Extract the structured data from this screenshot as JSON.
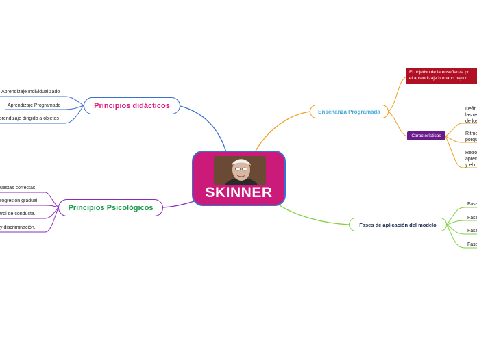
{
  "central": {
    "title": "SKINNER",
    "photo_alt": "portrait"
  },
  "branches": {
    "didacticos": {
      "label": "Principios didácticos",
      "color": "#e0197d",
      "border": "#3a6fd0",
      "leaves": [
        "Aprendizaje Individualizado",
        "Aprendizaje Programado",
        "Aprendizaje dirigido a objetos"
      ]
    },
    "psicologicos": {
      "label": "Principios Psicológicos",
      "color": "#1a9a4a",
      "border": "#8a2bc0",
      "leaves": [
        "uestas correctas.",
        "rogresión gradual.",
        "trol de conducta.",
        "y discriminación."
      ]
    },
    "ensenanza": {
      "label": "Enseñanza Programada",
      "color": "#4aa8d8",
      "border": "#f0a020",
      "objective": [
        "El objetivo de la enseñanza pr",
        "el aprendizaje humano bajo c"
      ],
      "caracteristicas": "Características",
      "char_items": [
        [
          "Defin",
          "las re",
          "de los"
        ],
        [
          "Ritmo",
          "porqu"
        ],
        [
          "Retro",
          "apren",
          "y el r"
        ]
      ]
    },
    "fases": {
      "label": "Fases de aplicación del modelo",
      "color": "#1a2a4a",
      "border": "#80d040",
      "leaves": [
        "Fase",
        "Fase",
        "Fase",
        "Fase"
      ]
    }
  }
}
